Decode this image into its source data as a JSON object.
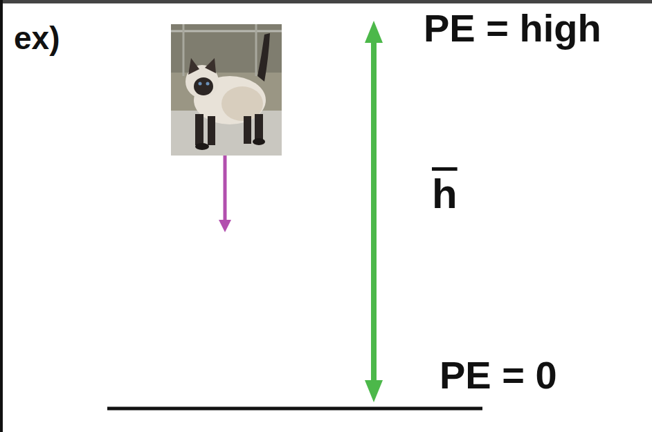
{
  "diagram": {
    "labels": [
      "ex)",
      "PE = high",
      "h",
      "PE = 0"
    ]
  }
}
